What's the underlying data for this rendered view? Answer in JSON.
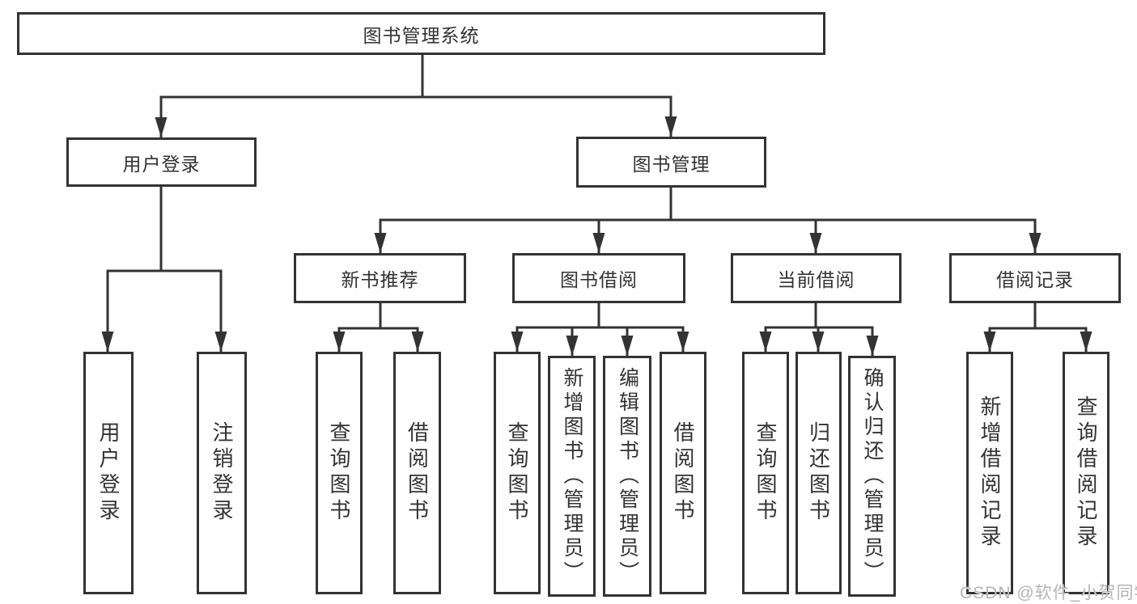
{
  "diagram": {
    "root": {
      "label": "图书管理系统"
    },
    "level2": {
      "login": {
        "label": "用户登录"
      },
      "management": {
        "label": "图书管理"
      }
    },
    "level3": {
      "new_books": {
        "label": "新书推荐"
      },
      "borrowing": {
        "label": "图书借阅"
      },
      "current": {
        "label": "当前借阅"
      },
      "records": {
        "label": "借阅记录"
      }
    },
    "leaves": {
      "login": [
        "用户登录",
        "注销登录"
      ],
      "new_books": [
        "查询图书",
        "借阅图书"
      ],
      "borrowing": [
        "查询图书",
        "新增图书（管理员）",
        "编辑图书（管理员）",
        "借阅图书"
      ],
      "current": [
        "查询图书",
        "归还图书",
        "确认归还（管理员）"
      ],
      "records": [
        "新增借阅记录",
        "查询借阅记录"
      ]
    },
    "watermark": "CSDN @软件_小贺同学",
    "colors": {
      "line": "#333333",
      "text": "#333333",
      "box_background": "#ffffff",
      "watermark": "#b5b5b5"
    }
  }
}
